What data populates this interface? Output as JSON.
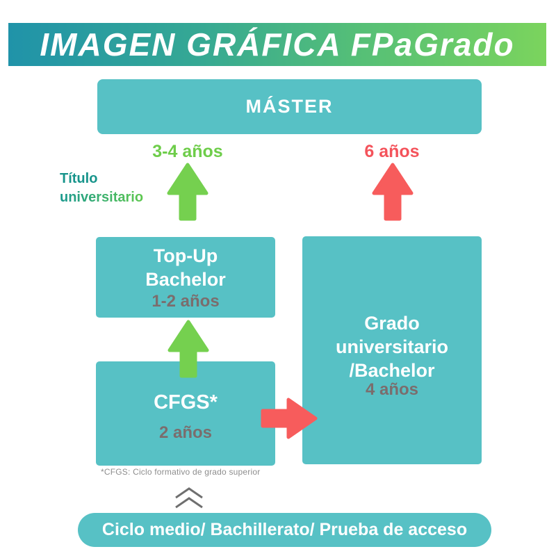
{
  "header": {
    "title": "IMAGEN GRÁFICA FPaGrado"
  },
  "diagram": {
    "master_box": {
      "label": "MÁSTER"
    },
    "green_path_duration": "3-4 años",
    "red_path_duration": "6 años",
    "side_label": {
      "line1": "Título",
      "line2": "universitario"
    },
    "topup_box": {
      "line1": "Top-Up",
      "line2": "Bachelor",
      "duration": "1-2 años"
    },
    "cfgs_box": {
      "title": "CFGS*",
      "duration": "2 años"
    },
    "grado_box": {
      "line1": "Grado",
      "line2": "universitario",
      "line3": "/Bachelor",
      "duration": "4 años"
    },
    "footnote": "*CFGS: Ciclo formativo de grado superior",
    "access_bar": {
      "label": "Ciclo medio/ Bachillerato/ Prueba de acceso"
    }
  },
  "icons": {
    "green_up_arrow": "up-arrow",
    "red_up_arrow": "up-arrow",
    "green_up_arrow_lower": "up-arrow",
    "red_right_arrow": "right-arrow",
    "double_chevron_up": "double-chevron-up"
  },
  "colors": {
    "teal_box": "#57c1c5",
    "header_gradient_start": "#2093a9",
    "header_gradient_end": "#7bd45d",
    "green_accent": "#75d04f",
    "green_text": "#6ecd4a",
    "red_accent": "#f75c5c",
    "red_text": "#f4535b",
    "duration_gray": "#7b6d6d",
    "footnote_gray": "#8d8d8d",
    "chevron_gray": "#6f6f6f",
    "divider_cyan": "#3cbed6",
    "divider_green": "#8ed27f",
    "divider_yellow": "#eed44a",
    "side_label_teal": "#17948b",
    "side_label_green": "#5ec84f"
  }
}
